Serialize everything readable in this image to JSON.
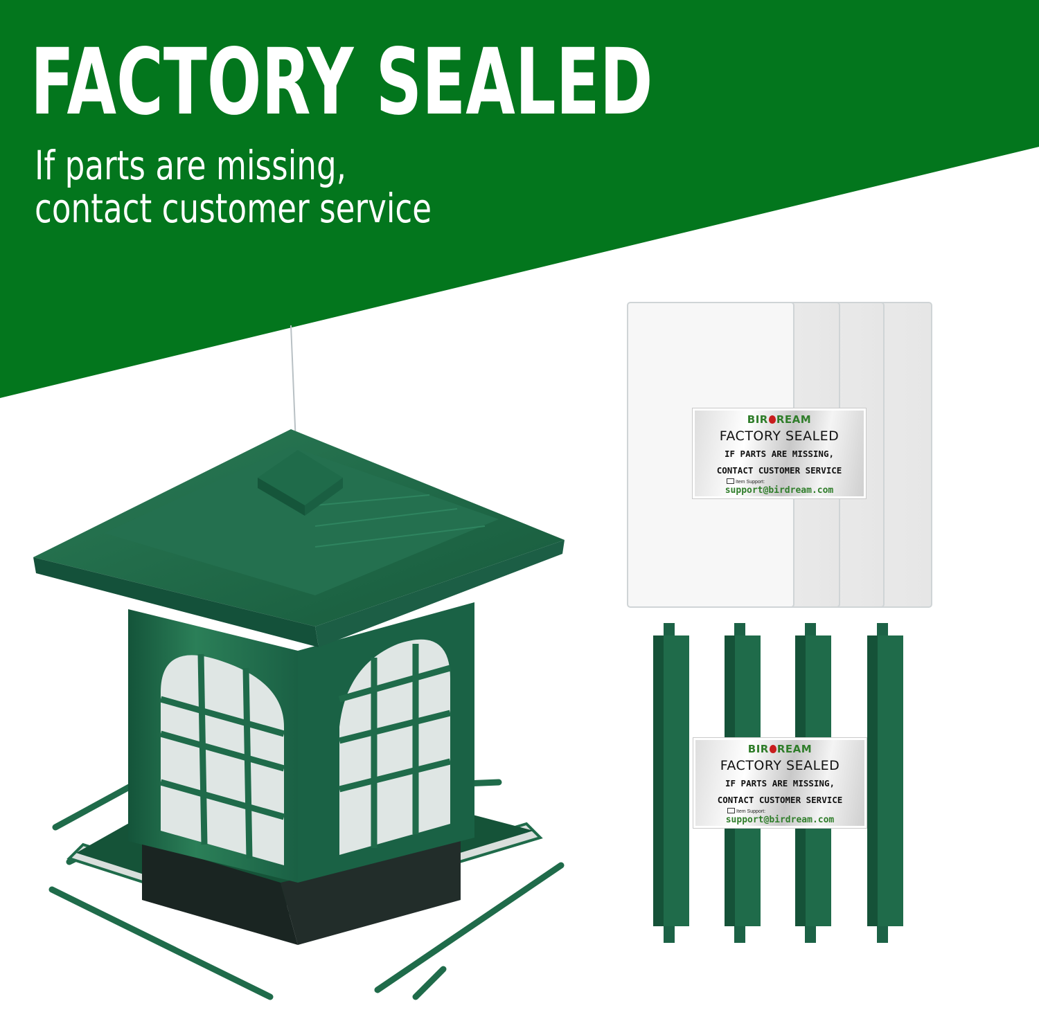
{
  "banner": {
    "title": "FACTORY SEALED",
    "subtitle_line1": "If parts are missing,",
    "subtitle_line2": "contact customer service",
    "color": "#03761d"
  },
  "seal_labels": [
    {
      "brand_left": "BIR",
      "brand_right": "REAM",
      "title": "FACTORY SEALED",
      "line1": "IF PARTS ARE MISSING,",
      "line2": "CONTACT CUSTOMER SERVICE",
      "support_label": "Item Support:",
      "email": "support@birdream.com"
    },
    {
      "brand_left": "BIR",
      "brand_right": "REAM",
      "title": "FACTORY SEALED",
      "line1": "IF PARTS ARE MISSING,",
      "line2": "CONTACT CUSTOMER SERVICE",
      "support_label": "Item Support:",
      "email": "support@birdream.com"
    }
  ],
  "colors": {
    "feeder_green": "#1f6b4a",
    "label_green": "#2f7d2a",
    "brand_red": "#c81e1e"
  }
}
